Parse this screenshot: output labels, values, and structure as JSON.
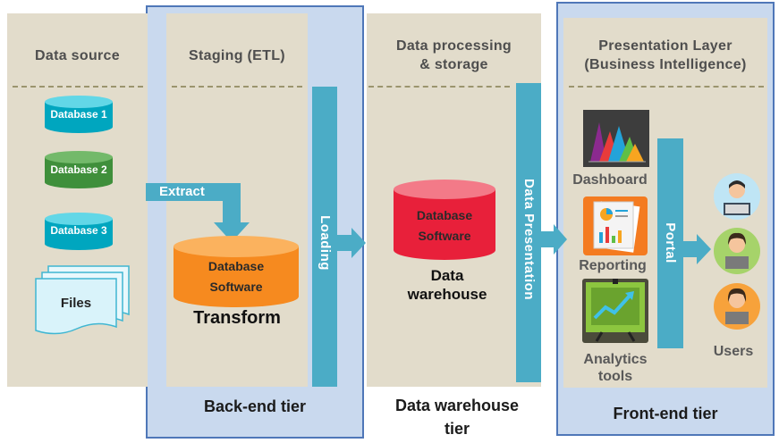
{
  "colors": {
    "panel": "#e2dccb",
    "tier_box": "#c9d9ee",
    "tier_border": "#4f77b8",
    "bar": "#4bacc6",
    "cyl_cyan": "#00b4cc",
    "cyl_green": "#3f8f3b",
    "cyl_orange": "#f48c1e",
    "cyl_red": "#e8203a"
  },
  "headers": {
    "data_source": "Data source",
    "staging": "Staging (ETL)",
    "processing_1": "Data processing",
    "processing_2": "& storage",
    "presentation_1": "Presentation Layer",
    "presentation_2": "(Business Intelligence)"
  },
  "sources": {
    "db1": "Database 1",
    "db2": "Database 2",
    "db3": "Database 3",
    "files": "Files"
  },
  "flows": {
    "extract": "Extract",
    "loading": "Loading",
    "data_presentation": "Data Presentation",
    "portal": "Portal"
  },
  "staging": {
    "db_line1": "Database",
    "db_line2": "Software",
    "transform": "Transform"
  },
  "warehouse": {
    "db_line1": "Database",
    "db_line2": "Software",
    "label_1": "Data",
    "label_2": "warehouse"
  },
  "bi_tools": {
    "dashboard": "Dashboard",
    "reporting": "Reporting",
    "analytics_1": "Analytics",
    "analytics_2": "tools"
  },
  "users_label": "Users",
  "tiers": {
    "backend": "Back-end tier",
    "warehouse_1": "Data warehouse",
    "warehouse_2": "tier",
    "frontend": "Front-end tier"
  }
}
